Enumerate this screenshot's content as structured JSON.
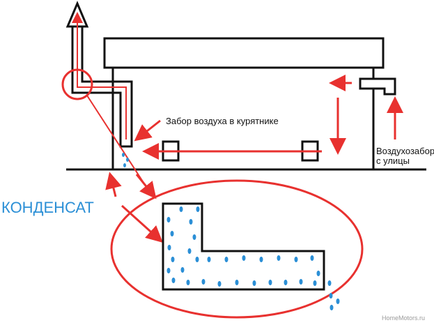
{
  "labels": {
    "air_intake_coop": "Забор воздуха в курятнике",
    "street_intake_line1": "Воздухозабор",
    "street_intake_line2": "с улицы",
    "condensate": "КОНДЕНСАТ"
  },
  "watermark": "HomeMotors.ru",
  "colors": {
    "arrow": "#e8312f",
    "drops": "#2b8fd6",
    "lines": "#111111",
    "condensate_text": "#2b8fd6"
  }
}
